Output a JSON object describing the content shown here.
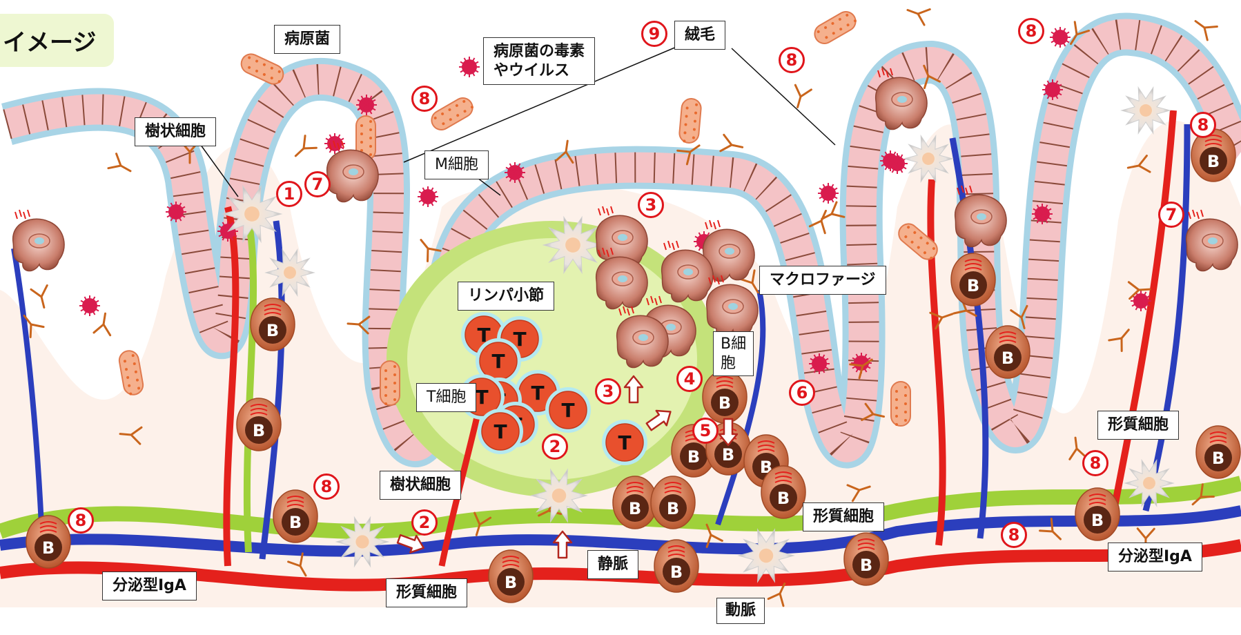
{
  "title": "イメージ",
  "labels": {
    "pathogen": "病原菌",
    "toxin": "病原菌の毒素\nやウイルス",
    "villus": "絨毛",
    "dendritic_1": "樹状細胞",
    "m_cell": "M細胞",
    "macrophage": "マクロファージ",
    "lymph_nodule": "リンパ小節",
    "b_cell": "B細\n胞",
    "t_cell": "T細胞",
    "dendritic_2": "樹状細胞",
    "plasma_1": "形質細胞",
    "plasma_2": "形質細胞",
    "plasma_3": "形質細胞",
    "vein": "静脈",
    "artery": "動脈",
    "iga_1": "分泌型IgA",
    "iga_2": "分泌型IgA"
  },
  "markers": {
    "m1": "1",
    "m2": "2",
    "m3": "3",
    "m4": "4",
    "m5": "5",
    "m6": "6",
    "m7": "7",
    "m8": "8",
    "m9": "9"
  },
  "cell_letters": {
    "t": "T",
    "b": "B"
  },
  "colors": {
    "epithelium": "#f4c3c6",
    "mucus": "#a8d4e6",
    "lymph_vessel": "#9fd13a",
    "lymph_nodule": "#e3f2b0",
    "artery": "#e4211c",
    "vein": "#2b3ebd",
    "t_cell": "#e8502d",
    "b_cell": "#c8653f",
    "marker": "#e0151b",
    "antibody": "#c9651c"
  },
  "icons": [
    "pathogen-icon",
    "toxin-icon",
    "antibody-icon",
    "dendritic-cell-icon",
    "macrophage-icon",
    "t-cell-icon",
    "b-cell-icon",
    "arrow-icon"
  ]
}
